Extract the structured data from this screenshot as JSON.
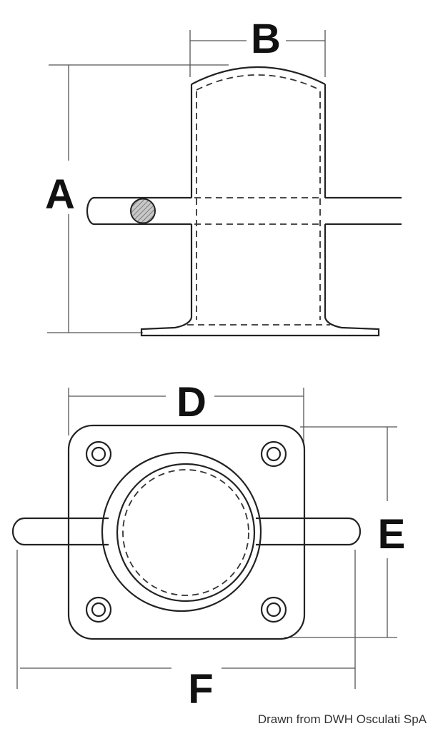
{
  "dimensions": {
    "A": "A",
    "B": "B",
    "D": "D",
    "E": "E",
    "F": "F"
  },
  "credit": "Drawn from DWH Osculati SpA",
  "colors": {
    "line": "#222222",
    "hatch_fill": "#999999",
    "background": "#ffffff"
  }
}
